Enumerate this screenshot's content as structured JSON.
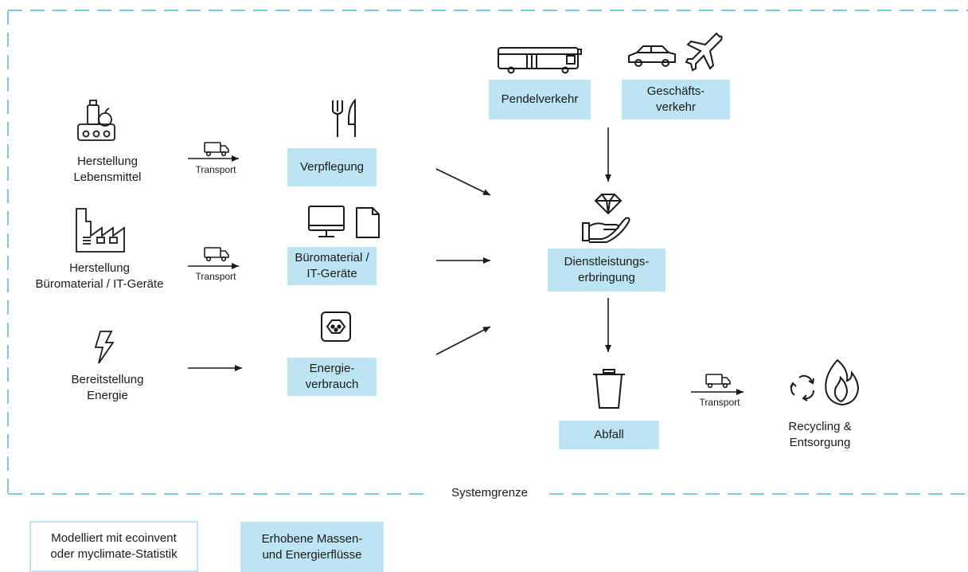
{
  "system_boundary_label": "Systemgrenze",
  "sources": {
    "food": "Herstellung\nLebensmittel",
    "office": "Herstellung\nBüromaterial / IT-Geräte",
    "energy": "Bereitstellung\nEnergie"
  },
  "transport_label": "Transport",
  "boxes": {
    "catering": "Verpflegung",
    "office_material": "Büromaterial /\nIT-Geräte",
    "energy_use": "Energie-\nverbrauch",
    "commuting": "Pendelverkehr",
    "business_travel": "Geschäfts-\nverkehr",
    "service": "Dienstleistungs-\nerbringung",
    "waste": "Abfall"
  },
  "end_of_life": "Recycling &\nEntsorgung",
  "legend": {
    "modelled": "Modelliert mit ecoinvent\noder myclimate-Statistik",
    "collected": "Erhobene Massen-\nund Energierflüsse"
  },
  "colors": {
    "box_fill": "#bde4f2",
    "boundary": "#7cc6e6",
    "ink": "#1a1a1a"
  }
}
